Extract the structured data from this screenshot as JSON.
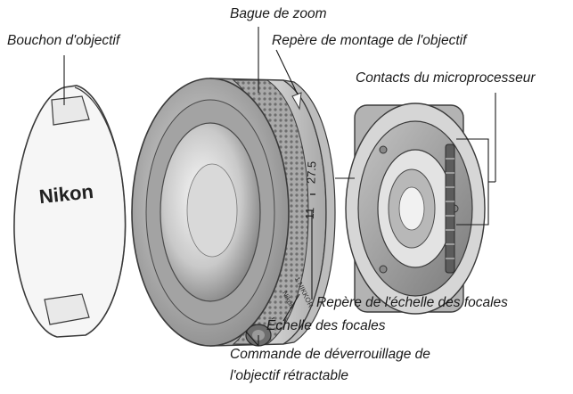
{
  "labels": {
    "zoom_ring": "Bague de zoom",
    "lens_cap": "Bouchon d'objectif",
    "mounting_mark": "Repère de montage de l'objectif",
    "cpu_contacts": "Contacts du microprocesseur",
    "focal_scale_mark": "Repère de l'échelle des focales",
    "focal_scale": "Échelle des focales",
    "release_button_line1": "Commande de déverrouillage de",
    "release_button_line2": "l'objectif rétractable"
  },
  "lens_cap": {
    "brand": "Nikon"
  },
  "lens_barrel": {
    "focal_mark_a": "11",
    "focal_mark_b": "27.5",
    "brand_text": "Nikon",
    "lens_text": "1 NIKKOR"
  },
  "colors": {
    "stroke": "#3a3a3a",
    "cap_fill": "#f6f6f6",
    "body_dark": "#7f7f7f",
    "body_light": "#cfcfcf"
  }
}
